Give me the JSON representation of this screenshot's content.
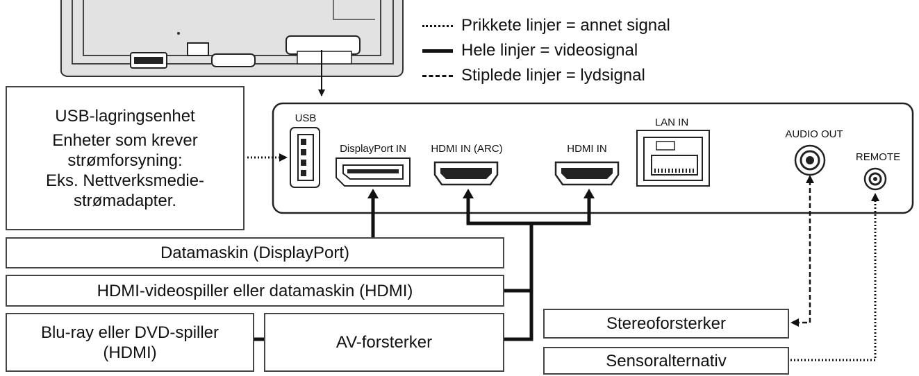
{
  "legend": {
    "dotted": "Prikkete linjer = annet signal",
    "solid": "Hele linjer = videosignal",
    "dashed": "Stiplede linjer = lydsignal"
  },
  "ports": {
    "usb": "USB",
    "displayport": "DisplayPort IN",
    "hdmi_arc": "HDMI IN (ARC)",
    "hdmi": "HDMI IN",
    "lan": "LAN IN",
    "audio_out": "AUDIO OUT",
    "remote": "REMOTE"
  },
  "usb_device": {
    "title": "USB-lagringsenhet",
    "lines": [
      "Enheter som krever",
      "strømforsyning:",
      "Eks. Nettverksmedie-",
      "strømadapter."
    ]
  },
  "devices": {
    "computer_dp": "Datamaskin (DisplayPort)",
    "hdmi_player": "HDMI-videospiller eller datamaskin (HDMI)",
    "bluray_line1": "Blu-ray eller DVD-spiller",
    "bluray_line2": "(HDMI)",
    "av_amp": "AV-forsterker",
    "stereo_amp": "Stereoforsterker",
    "sensor_option": "Sensoralternativ"
  }
}
